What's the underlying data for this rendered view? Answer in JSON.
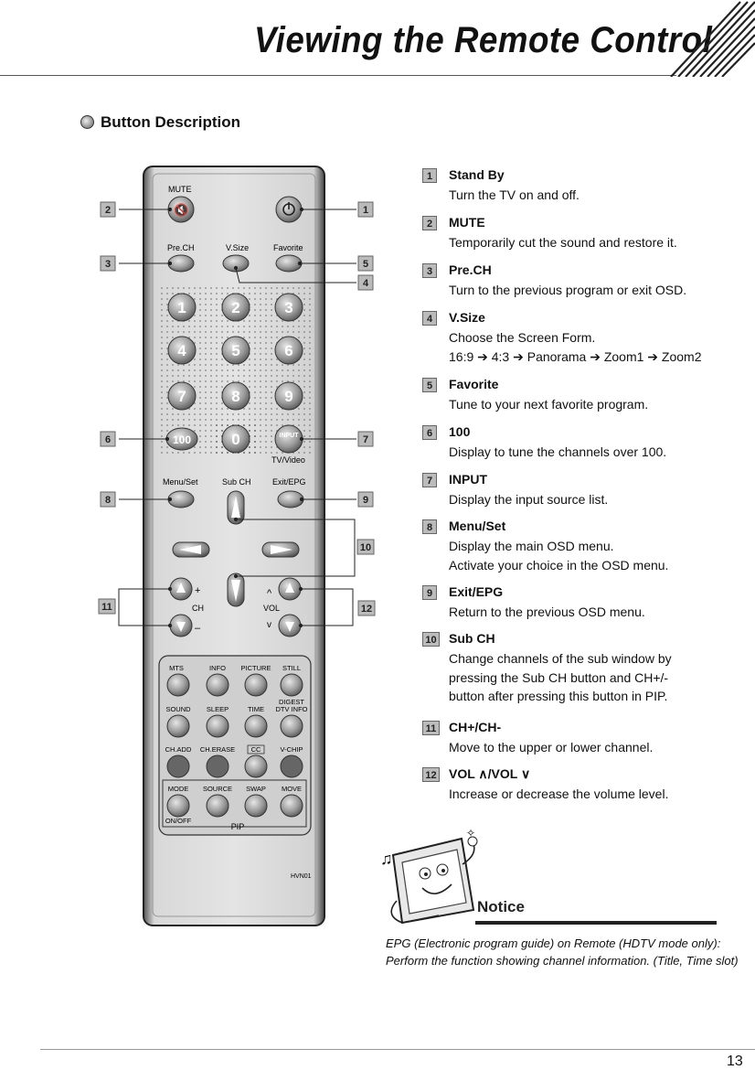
{
  "header": {
    "title": "Viewing the Remote Control"
  },
  "section": {
    "title": "Button Description"
  },
  "remote": {
    "labels": {
      "mute": "MUTE",
      "prech": "Pre.CH",
      "vsize": "V.Size",
      "favorite": "Favorite",
      "n1": "1",
      "n2": "2",
      "n3": "3",
      "n4": "4",
      "n5": "5",
      "n6": "6",
      "n7": "7",
      "n8": "8",
      "n9": "9",
      "n100": "100",
      "n0": "0",
      "input": "INPUT",
      "tvvideo": "TV/Video",
      "menuset": "Menu/Set",
      "subch": "Sub CH",
      "exitepg": "Exit/EPG",
      "plus": "+",
      "minus": "–",
      "ch": "CH",
      "vol": "VOL",
      "volup": "^",
      "voldown": "v",
      "mts": "MTS",
      "info": "INFO",
      "picture": "PICTURE",
      "still": "STILL",
      "sound": "SOUND",
      "sleep": "SLEEP",
      "time": "TIME",
      "digest": "DIGEST",
      "dtvinfo": "DTV INFO",
      "chadd": "CH.ADD",
      "cherase": "CH.ERASE",
      "cc": "CC",
      "vchip": "V-CHIP",
      "mode": "MODE",
      "source": "SOURCE",
      "swap": "SWAP",
      "move": "MOVE",
      "onoff": "ON/OFF",
      "pip": "PIP",
      "model": "HVN01"
    },
    "callouts": [
      "1",
      "2",
      "3",
      "4",
      "5",
      "6",
      "7",
      "8",
      "9",
      "10",
      "11",
      "12"
    ]
  },
  "buttons": [
    {
      "num": "1",
      "title": "Stand By",
      "lines": [
        "Turn the TV on and off."
      ]
    },
    {
      "num": "2",
      "title": "MUTE",
      "lines": [
        "Temporarily cut the sound and restore it."
      ]
    },
    {
      "num": "3",
      "title": "Pre.CH",
      "lines": [
        "Turn to the previous program or exit OSD."
      ]
    },
    {
      "num": "4",
      "title": "V.Size",
      "lines": [
        "Choose the Screen Form.",
        "16:9 ➔ 4:3 ➔ Panorama ➔ Zoom1 ➔ Zoom2"
      ]
    },
    {
      "num": "5",
      "title": "Favorite",
      "lines": [
        "Tune to your next favorite program."
      ]
    },
    {
      "num": "6",
      "title": "100",
      "lines": [
        "Display to tune the channels over 100."
      ]
    },
    {
      "num": "7",
      "title": "INPUT",
      "lines": [
        "Display the input source list."
      ]
    },
    {
      "num": "8",
      "title": "Menu/Set",
      "lines": [
        "Display the main OSD menu.",
        "Activate your choice in the OSD menu."
      ]
    },
    {
      "num": "9",
      "title": "Exit/EPG",
      "lines": [
        "Return to the previous OSD menu."
      ]
    },
    {
      "num": "10",
      "title": "Sub CH",
      "lines": [
        "Change channels of the sub window by",
        "pressing the Sub CH button and CH+/-",
        "button after pressing this button in PIP."
      ]
    },
    {
      "num": "11",
      "title": "CH+/CH-",
      "lines": [
        "Move to the upper or lower channel."
      ]
    },
    {
      "num": "12",
      "title": "VOL ∧/VOL ∨",
      "lines": [
        "Increase or decrease the volume level."
      ]
    }
  ],
  "notice": {
    "heading": "Notice",
    "lines": [
      "EPG (Electronic program guide) on Remote (HDTV mode only):",
      "Perform the function showing channel information. (Title, Time slot)"
    ]
  },
  "footer": {
    "page_number": "13"
  }
}
